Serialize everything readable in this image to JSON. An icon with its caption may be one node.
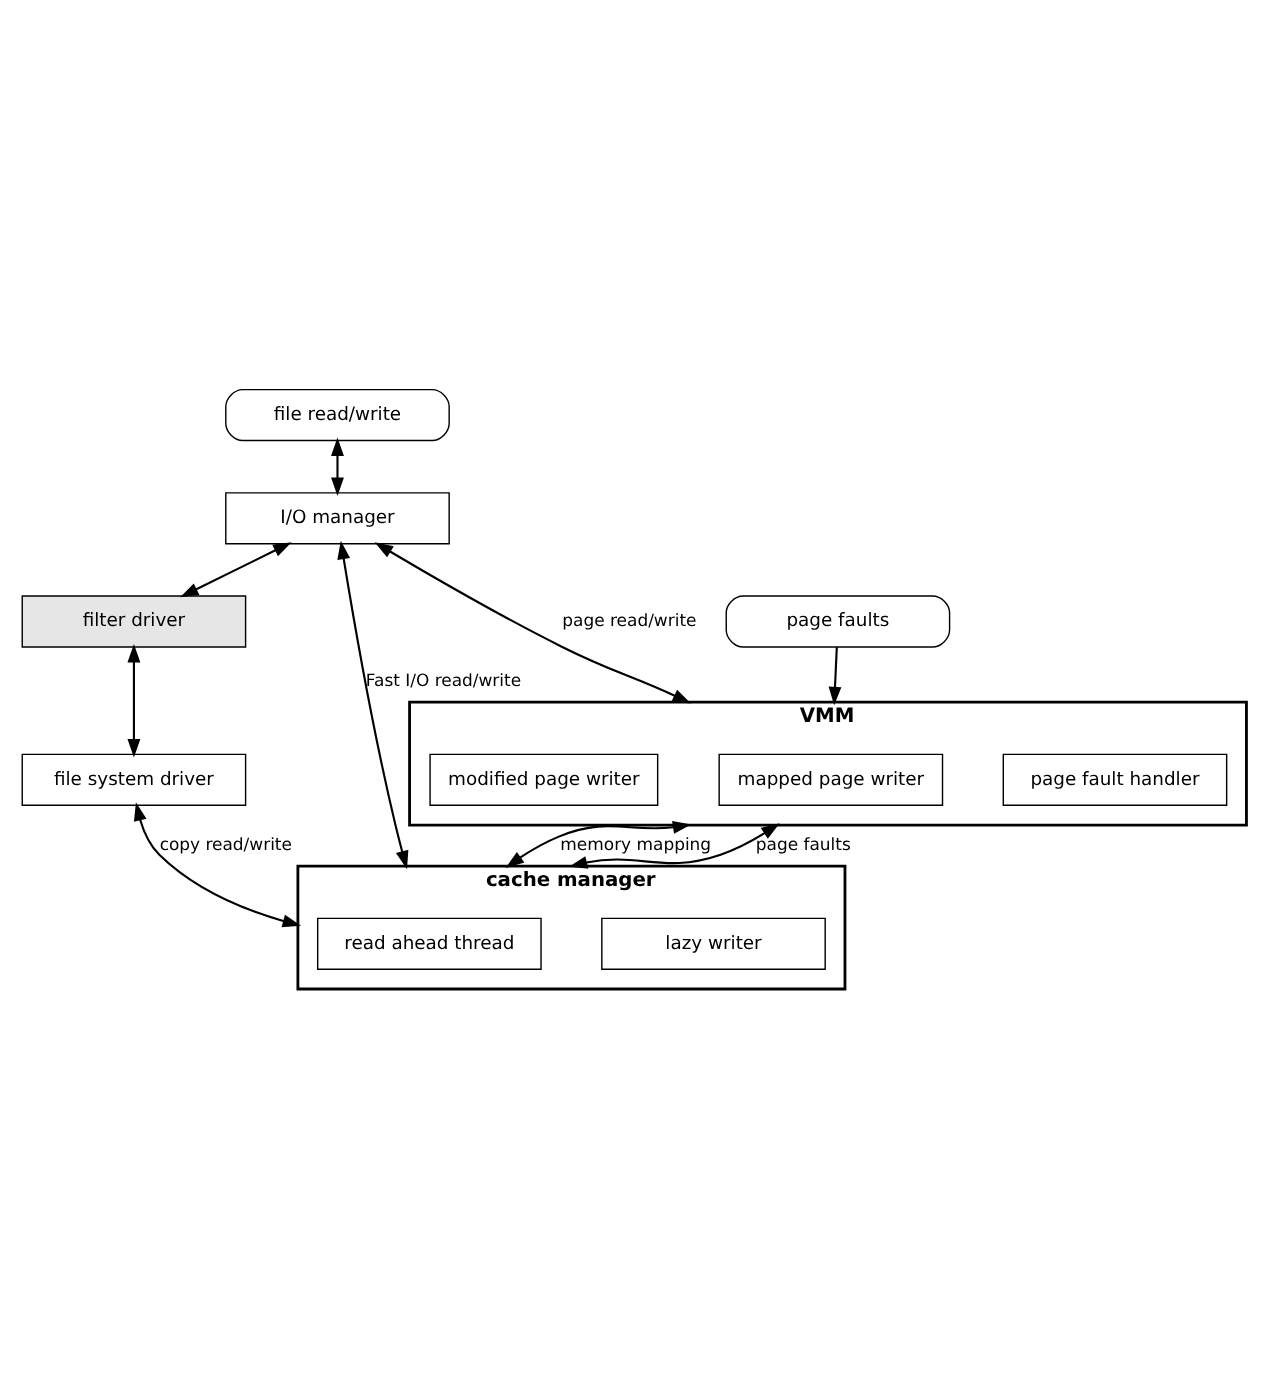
{
  "diagram": {
    "nodes": [
      {
        "text": [
          "file read/write"
        ]
      },
      {
        "text": [
          "page faults"
        ]
      },
      {
        "text": [
          "I/O manager"
        ]
      },
      {
        "text": [
          "filter driver"
        ]
      },
      {
        "text": [
          "file system driver"
        ]
      },
      {
        "text": [
          "VMM"
        ]
      },
      {
        "text": [
          "page fault handler"
        ],
        "in": 5
      },
      {
        "text": [
          "mapped page writer"
        ],
        "in": 5
      },
      {
        "text": [
          "modified page writer"
        ],
        "in": 5
      },
      {
        "text": [
          "cache manager"
        ]
      },
      {
        "text": [
          "lazy writer"
        ],
        "in": 9
      },
      {
        "text": [
          "read ahead thread"
        ],
        "in": 9
      }
    ],
    "edges": [
      {
        "from": 0,
        "to": 2,
        "arrow": "both"
      },
      {
        "from": 1,
        "to": 5,
        "arrow": "to"
      },
      {
        "from": 2,
        "to": 5,
        "arrow": "both",
        "label": "page read/write"
      },
      {
        "from": 2,
        "to": 3,
        "arrow": "both"
      },
      {
        "from": 3,
        "to": 4,
        "arrow": "both"
      },
      {
        "from": 5,
        "to": 9,
        "arrow": "both",
        "label": "memory mapping"
      },
      {
        "from": 4,
        "to": 9,
        "arrow": "both",
        "label": "copy read/write"
      },
      {
        "from": 2,
        "to": 9,
        "arrow": "both",
        "label": "Fast I/O read/write"
      },
      {
        "from": 9,
        "to": 5,
        "arrow": "both",
        "label": "page faults"
      }
    ]
  }
}
